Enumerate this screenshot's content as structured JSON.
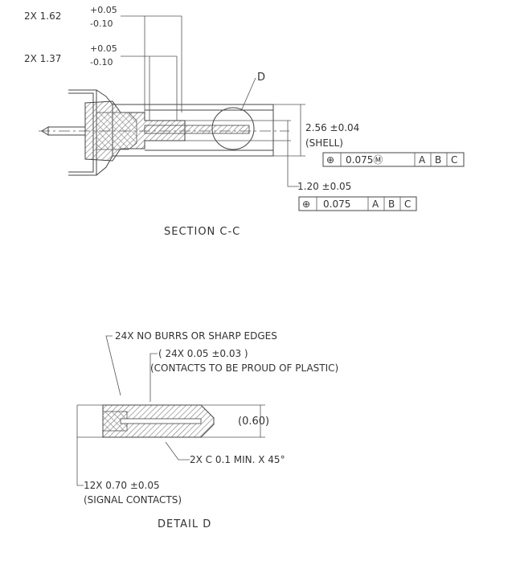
{
  "section_cc": {
    "dim1": {
      "base": "2X 1.62",
      "upper": "+0.05",
      "lower": "-0.10"
    },
    "dim2": {
      "base": "2X 1.37",
      "upper": "+0.05",
      "lower": "-0.10"
    },
    "detail_callout": "D",
    "shell_dim": "2.56 ±0.04",
    "shell_label": "(SHELL)",
    "fcf1": {
      "symbol": "⊕",
      "tol": "0.075Ⓜ",
      "a": "A",
      "b": "B",
      "c": "C"
    },
    "contact_dim": "1.20 ±0.05",
    "fcf2": {
      "symbol": "⊕",
      "tol": "0.075",
      "a": "A",
      "b": "B",
      "c": "C"
    },
    "title": "SECTION C-C"
  },
  "detail_d": {
    "note1": "24X NO BURRS OR SHARP EDGES",
    "note2": "( 24X 0.05 ±0.03 )",
    "note3": "(CONTACTS TO BE PROUD OF PLASTIC)",
    "ref_dim": "(0.60)",
    "chamfer": "2X C 0.1 MIN. X 45°",
    "signal_dim": "12X 0.70 ±0.05",
    "signal_label": "(SIGNAL CONTACTS)",
    "title": "DETAIL D"
  }
}
